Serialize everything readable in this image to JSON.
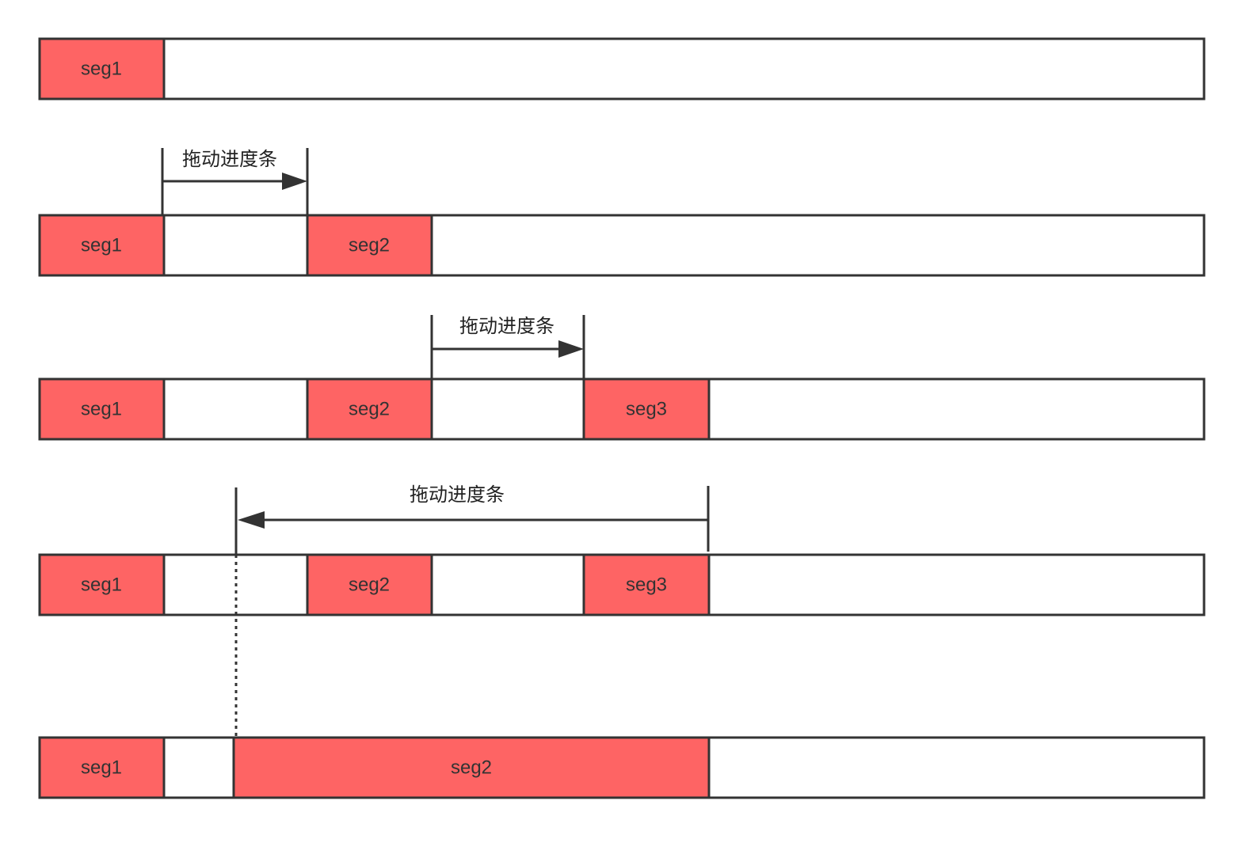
{
  "colors": {
    "segment_fill": "#fe6464",
    "stroke": "#333333",
    "background": "#ffffff"
  },
  "rows": [
    {
      "segments": [
        {
          "label": "seg1"
        }
      ]
    },
    {
      "segments": [
        {
          "label": "seg1"
        },
        {
          "label": "seg2"
        }
      ]
    },
    {
      "segments": [
        {
          "label": "seg1"
        },
        {
          "label": "seg2"
        },
        {
          "label": "seg3"
        }
      ]
    },
    {
      "segments": [
        {
          "label": "seg1"
        },
        {
          "label": "seg2"
        },
        {
          "label": "seg3"
        }
      ]
    },
    {
      "segments": [
        {
          "label": "seg1"
        },
        {
          "label": "seg2"
        }
      ]
    }
  ],
  "drags": [
    {
      "label": "拖动进度条",
      "direction": "forward"
    },
    {
      "label": "拖动进度条",
      "direction": "forward"
    },
    {
      "label": "拖动进度条",
      "direction": "backward"
    }
  ]
}
